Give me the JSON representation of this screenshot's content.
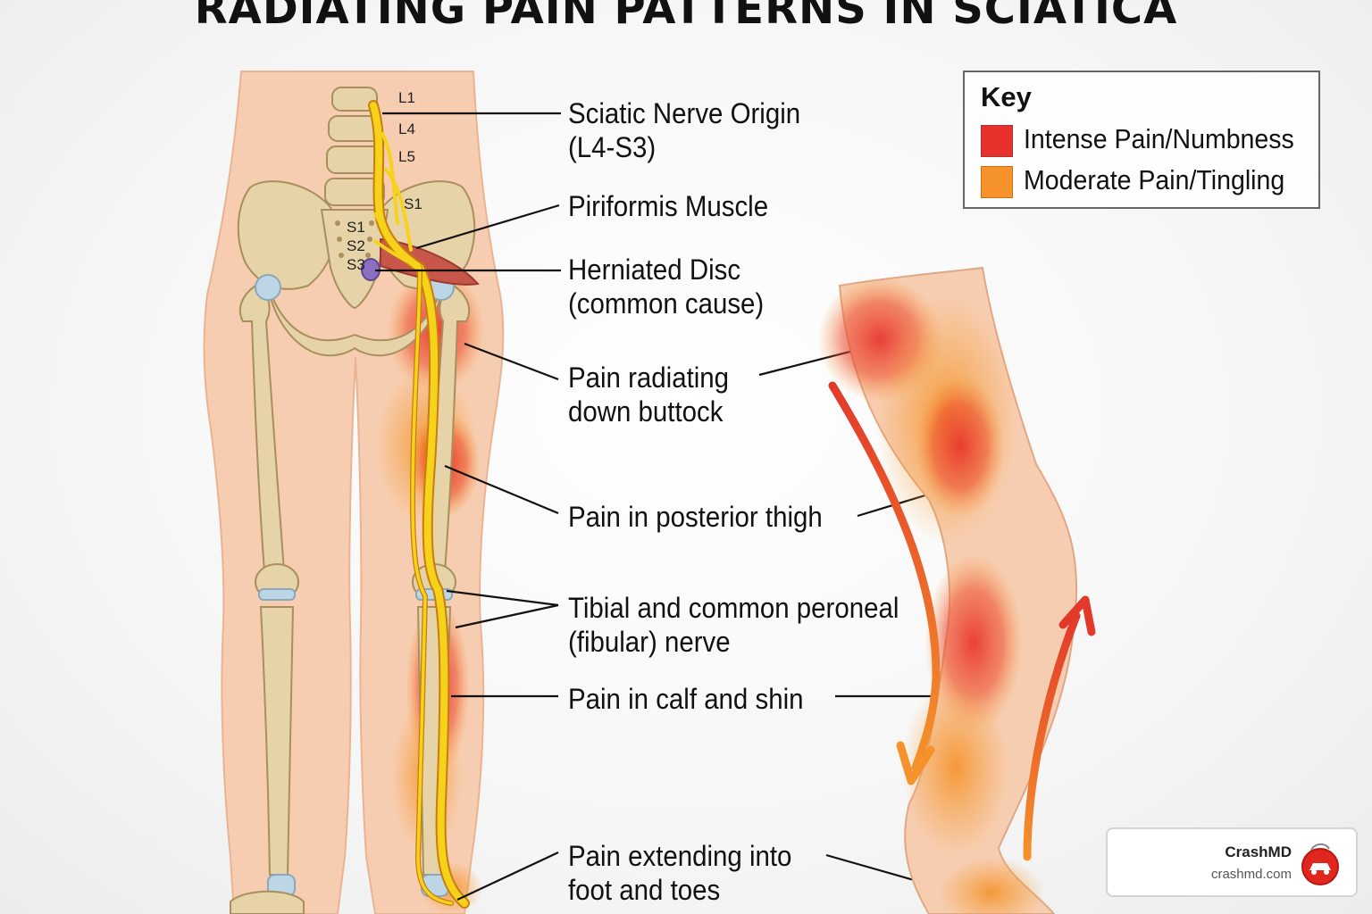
{
  "title": "RADIATING PAIN PATTERNS IN SCIATICA",
  "vertebrae": [
    "L1",
    "L4",
    "L5",
    "S1",
    "S1",
    "S2",
    "S3"
  ],
  "labels": {
    "nerve_origin_1": "Sciatic Nerve Origin",
    "nerve_origin_2": "(L4-S3)",
    "piriformis": "Piriformis Muscle",
    "herniated_1": "Herniated Disc",
    "herniated_2": "(common cause)",
    "buttock_1": "Pain radiating",
    "buttock_2": "down buttock",
    "thigh": "Pain in posterior thigh",
    "tibial_1": "Tibial and common peroneal",
    "tibial_2": "(fibular) nerve",
    "calf": "Pain in calf and shin",
    "foot_1": "Pain extending into",
    "foot_2": "foot and toes"
  },
  "key": {
    "title": "Key",
    "items": [
      {
        "label": "Intense Pain/Numbness",
        "color": "#e8302c"
      },
      {
        "label": "Moderate Pain/Tingling",
        "color": "#f5922b"
      }
    ]
  },
  "colors": {
    "skin": "#f7cdb1",
    "bone": "#e7d3a8",
    "nerve": "#f7d21a",
    "intense": "#e8302c",
    "moderate": "#f5922b"
  },
  "brand": {
    "name": "CrashMD",
    "url": "crashmd.com",
    "logo_icon": "car-crash-icon"
  }
}
